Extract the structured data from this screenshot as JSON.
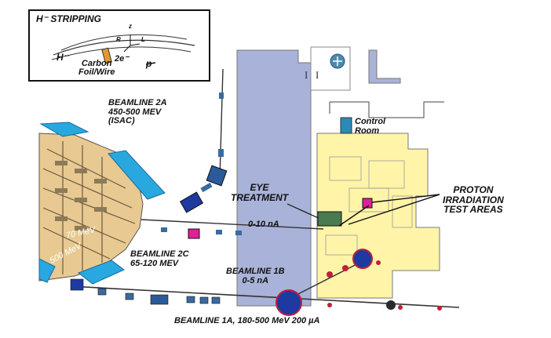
{
  "inset": {
    "title": "H⁻ STRIPPING",
    "h_minus": "H⁻",
    "electrons": "2e⁻",
    "proton": "p",
    "foil": "Carbon\nFoil/Wire",
    "axis_z": "z",
    "axis_r": "R",
    "axis_l": "L"
  },
  "labels": {
    "beamline_2a": "BEAMLINE 2A\n450-500 MEV\n(ISAC)",
    "eye_treatment": "EYE\nTREATMENT",
    "beam_2c_current": "0-10 nA",
    "beamline_2c": "BEAMLINE 2C\n65-120 MEV",
    "beamline_1b": "BEAMLINE 1B\n0-5 nA",
    "proton_areas": "PROTON\nIRRADIATION\nTEST AREAS",
    "control_room": "Control\nRoom",
    "beamline_1a": "BEAMLINE 1A, 180-500 MeV 200 µA",
    "energy_70": "70 MeV",
    "energy_500": "500 MeV"
  },
  "colors": {
    "hall": "#a9b2d8",
    "building": "#fff4a8",
    "cyan": "#29a8e0",
    "magnet_blue": "#1e3aa0",
    "magnet_red": "#c0203a",
    "magenta": "#e0209a",
    "cyclotron": "#e8c992"
  }
}
